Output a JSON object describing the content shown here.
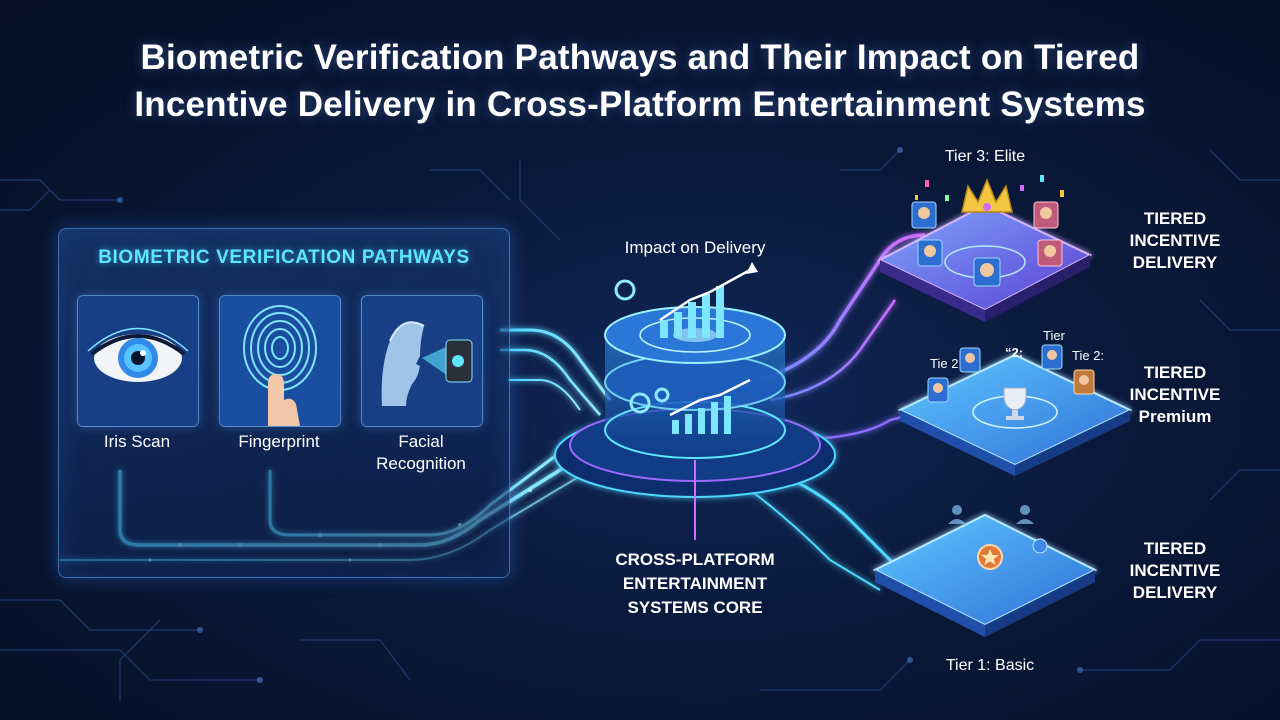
{
  "title": {
    "line1": "Biometric Verification Pathways and Their Impact on Tiered",
    "line2": "Incentive Delivery in Cross-Platform Entertainment Systems"
  },
  "panel": {
    "heading": "BIOMETRIC VERIFICATION PATHWAYS",
    "methods": [
      {
        "label": "Iris Scan",
        "icon": "eye-icon"
      },
      {
        "label": "Fingerprint",
        "icon": "fingerprint-icon"
      },
      {
        "label_line1": "Facial",
        "label_line2": "Recognition",
        "icon": "face-scan-icon"
      }
    ]
  },
  "core": {
    "impact_label": "Impact on Delivery",
    "label_line1": "CROSS-PLATFORM",
    "label_line2": "ENTERTAINMENT",
    "label_line3": "SYSTEMS CORE"
  },
  "tiers": {
    "elite": {
      "title": "Tier 3: Elite",
      "side_line1": "TIERED",
      "side_line2": "INCENTIVE",
      "side_line3": "DELIVERY"
    },
    "premium": {
      "tags": [
        "Tie 2",
        "“2:",
        "Tier",
        "Tie 2:"
      ],
      "side_line1": "TIERED",
      "side_line2": "INCENTIVE",
      "side_line3": "Premium"
    },
    "basic": {
      "title": "Tier 1: Basic",
      "side_line1": "TIERED",
      "side_line2": "INCENTIVE",
      "side_line3": "DELIVERY"
    }
  },
  "colors": {
    "cyan": "#5fe6ff",
    "magenta": "#c86bff",
    "panel_border": "#5faaff",
    "background": "#0a1838"
  }
}
